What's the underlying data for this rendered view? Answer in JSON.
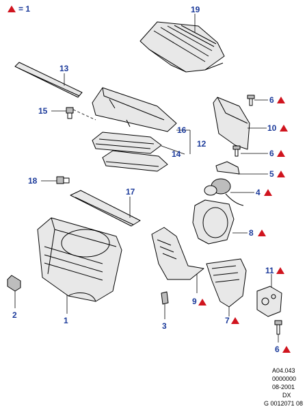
{
  "legend": {
    "equals_text": "= 1"
  },
  "callouts": {
    "c1": "1",
    "c2": "2",
    "c3": "3",
    "c4": "4",
    "c5": "5",
    "c6a": "6",
    "c6b": "6",
    "c6c": "6",
    "c7": "7",
    "c8": "8",
    "c9": "9",
    "c10": "10",
    "c11": "11",
    "c12": "12",
    "c13": "13",
    "c14": "14",
    "c15": "15",
    "c16": "16",
    "c17": "17",
    "c18": "18",
    "c19": "19"
  },
  "footer": {
    "line1": "A04.043",
    "line2": "0000000",
    "line3": "08-2001",
    "line4": "DX",
    "line5": "G 0012071 08"
  },
  "colors": {
    "callout": "#1b3a9a",
    "marker": "#d0141e"
  },
  "icons": {
    "marker": "red-triangle-icon"
  }
}
